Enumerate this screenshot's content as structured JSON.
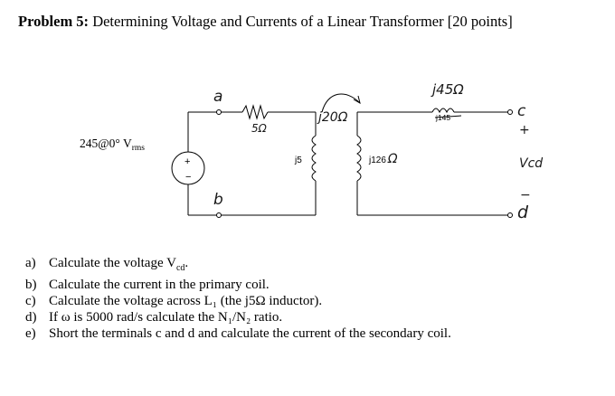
{
  "title": {
    "prefix": "Problem 5:",
    "text": "Determining Voltage and Currents of a Linear Transformer [20 points]"
  },
  "circuit": {
    "source_label": "245@0° V",
    "source_sub": "rms",
    "source_plus": "+",
    "source_minus": "−",
    "node_a": "a",
    "node_b": "b",
    "node_c": "c",
    "node_d": "d",
    "resistor_label": "5Ω",
    "mutual_label": "j20Ω",
    "primary_label": "j5",
    "secondary_label": "j126",
    "secondary_unit": "Ω",
    "load_label": "j45Ω",
    "load_crossed_label": "j145",
    "vcd_plus": "+",
    "vcd_minus": "−",
    "vcd_label": "Vcd"
  },
  "questions": [
    {
      "letter": "a)",
      "text": "Calculate the voltage V",
      "sub": "cd",
      "tail": "."
    },
    {
      "letter": "b)",
      "text": "Calculate the current in the primary coil.",
      "sub": "",
      "tail": ""
    },
    {
      "letter": "c)",
      "text": "Calculate the voltage across L₁ (the j5Ω inductor).",
      "sub": "",
      "tail": ""
    },
    {
      "letter": "d)",
      "text": "If ω is 5000 rad/s calculate the N₁/N₂ ratio.",
      "sub": "",
      "tail": ""
    },
    {
      "letter": "e)",
      "text": "Short the terminals c and d and calculate the current of the secondary coil.",
      "sub": "",
      "tail": ""
    }
  ]
}
